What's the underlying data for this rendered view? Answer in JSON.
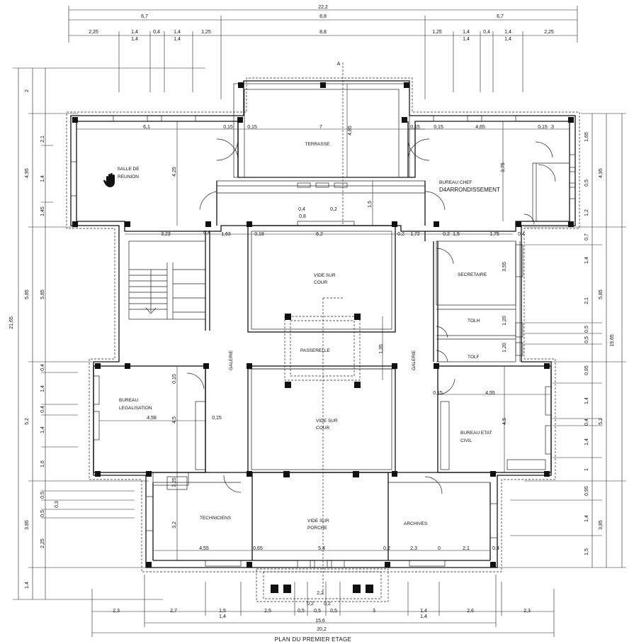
{
  "title": "PLAN DU  PREMIER ETAGE",
  "rooms": {
    "terrasse": "TERRASSE",
    "salle1": "SALLE DE",
    "salle2": "REUNION",
    "chef1": "BUREAU CHEF",
    "chef2": "D4ARRONDISSEMENT",
    "vide1a": "VIDE SUR",
    "vide1b": "COUR",
    "secretaire": "SECRETAIRE",
    "tolh": "TOLH",
    "tolf": "TOLF",
    "passerelle": "PASSERELLE",
    "galerie": "GALERIE",
    "leg1": "BUREAU",
    "leg2": "LEGALISATION",
    "vide2a": "VIDE SUR",
    "vide2b": "COUR",
    "etat1": "BUREAU ETAT",
    "etat2": "CIVIL",
    "techniciens": "TECHNICIENS",
    "vide3a": "VIDE SUR",
    "vide3b": "PORCHE",
    "archives": "ARCHIVES"
  },
  "dims": {
    "total_top": "22,2",
    "t_left": "6,7",
    "t_mid": "8,8",
    "t_right": "6,7",
    "t2_a": "2,25",
    "t2_b": "1,4",
    "t2_c": "0,4",
    "t2_d": "1,4",
    "t2_e": "1,25",
    "t2_f": "8,8",
    "t2_g": "1,25",
    "t2_h": "1,4",
    "t2_i": "0,4",
    "t2_j": "1,4",
    "t2_k": "2,25",
    "t3_a": "1,4",
    "t3_b": "1,4",
    "t3_c": "1,4",
    "t3_d": "1,4",
    "r1_a": "6,1",
    "r1_b": "0,15",
    "r1_c": "0,15",
    "r1_d": "7",
    "r1_e": "0,15",
    "r1_f": "0,15",
    "r1_g": "4,65",
    "r1_h": "0,15",
    "r1_i": "3",
    "v_terr": "4,85",
    "v_salle": "4,25",
    "v_chef": "3,75",
    "v_cor": "1,5",
    "h_a": "0,4",
    "h_b": "0,8",
    "h_c": "0,2",
    "r2_a": "3,23",
    "r2_b": "0,4",
    "r2_c": "1,63",
    "r2_d": "0,18",
    "r2_e": "6,2",
    "r2_f": "0,2",
    "r2_g": "1,72",
    "r2_h": "0,2",
    "r2_i": "1,5",
    "r2_j": "1,75",
    "r2_k": "0,4",
    "v_sec": "3,55",
    "v_tol": "1,20",
    "v_tol2": "1,20",
    "m_a": "4,58",
    "m_b": "0,15",
    "m_c": "4,55",
    "m_d": "0,15",
    "m_e": "4,5",
    "m_f": "4,5",
    "m_g": "0,15",
    "m_h": "1,35",
    "b_a": "4,55",
    "b_b": "0,65",
    "b_c": "5,4",
    "b_d": "0,2",
    "b_e": "2,3",
    "b_f": "0",
    "b_g": "2,1",
    "b_h": "0,4",
    "b_v": "3,2",
    "b_v2": "3,25",
    "bot_a": "2,3",
    "bot_b": "2,7",
    "bot_c": "1,5",
    "bot_d": "2,5",
    "bot_e": "0,5",
    "bot_f": "0,5",
    "bot_g": "0,5",
    "bot_h": "3",
    "bot_i": "1,4",
    "bot_j": "2,6",
    "bot_k": "2,3",
    "bot2_a": "1,4",
    "bot2_b": "1,4",
    "bot_total_inner": "15,6",
    "bot_total": "20,2",
    "bot_small": "0,2",
    "bot_small2": "0,2",
    "bot_small3": "2,2",
    "l_total": "21,65",
    "l_a": "2",
    "l_b": "4,95",
    "l_c": "5,85",
    "l_d": "5,2",
    "l_e": "3,85",
    "l_f": "1,4",
    "l2_a": "2,1",
    "l2_b": "1,4",
    "l2_c": "1,45",
    "l2_d": "5,85",
    "l2_e": "0,4",
    "l2_f": "1,4",
    "l2_g": "0,4",
    "l2_h": "1,4",
    "l2_i": "1,6",
    "l2_j": "0,5",
    "l2_k": "0,3",
    "l2_l": "0,5",
    "l2_m": "2,25",
    "rt_total": "19,65",
    "rt_a": "4,95",
    "rt_b": "5,85",
    "rt_c": "5,2",
    "rt_d": "3,85",
    "rt2_a": "1,65",
    "rt2_b": "0,5",
    "rt2_c": "1,2",
    "rt2_d": "0,7",
    "rt2_e": "1,4",
    "rt2_f": "2,1",
    "rt2_g": "0,5",
    "rt2_h": "0,5",
    "rt2_i": "0,95",
    "rt2_j": "1,4",
    "rt2_k": "0,4",
    "rt2_l": "1,4",
    "rt2_m": "1",
    "rt2_n": "0,95",
    "rt2_o": "1,4",
    "rt2_p": "1,5",
    "a_mark": "A"
  }
}
